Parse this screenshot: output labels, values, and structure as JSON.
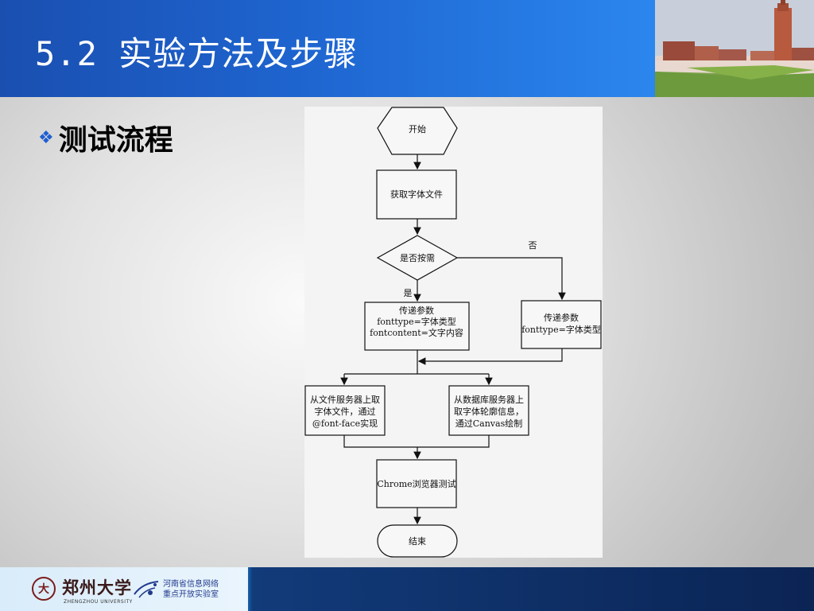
{
  "slide": {
    "title": "5.2 实验方法及步骤",
    "bullet_icon": "diamond-cluster-icon",
    "bullet_text": "测试流程"
  },
  "flowchart": {
    "start": "开始",
    "get_font": "获取字体文件",
    "decision": "是否按需",
    "yes_label": "是",
    "no_label": "否",
    "yes_params": [
      "传递参数",
      "fonttype=字体类型",
      "fontcontent=文字内容"
    ],
    "no_params": [
      "传递参数",
      "fonttype=字体类型"
    ],
    "file_server": [
      "从文件服务器上取",
      "字体文件，通过",
      "@font-face实现"
    ],
    "db_server": [
      "从数据库服务器上",
      "取字体轮廓信息，",
      "通过Canvas绘制"
    ],
    "chrome_test": "Chrome浏览器测试",
    "end": "结束"
  },
  "footer": {
    "seal_glyph": "大",
    "university": "郑州大学",
    "university_en": "ZHENGZHOU UNIVERSITY",
    "lab_line1": "河南省信息网络",
    "lab_line2": "重点开放实验室"
  },
  "colors": {
    "title_bar": "#1e64cf",
    "bullet_icon": "#1e5fd1",
    "footer_dark": "#0b2454"
  }
}
